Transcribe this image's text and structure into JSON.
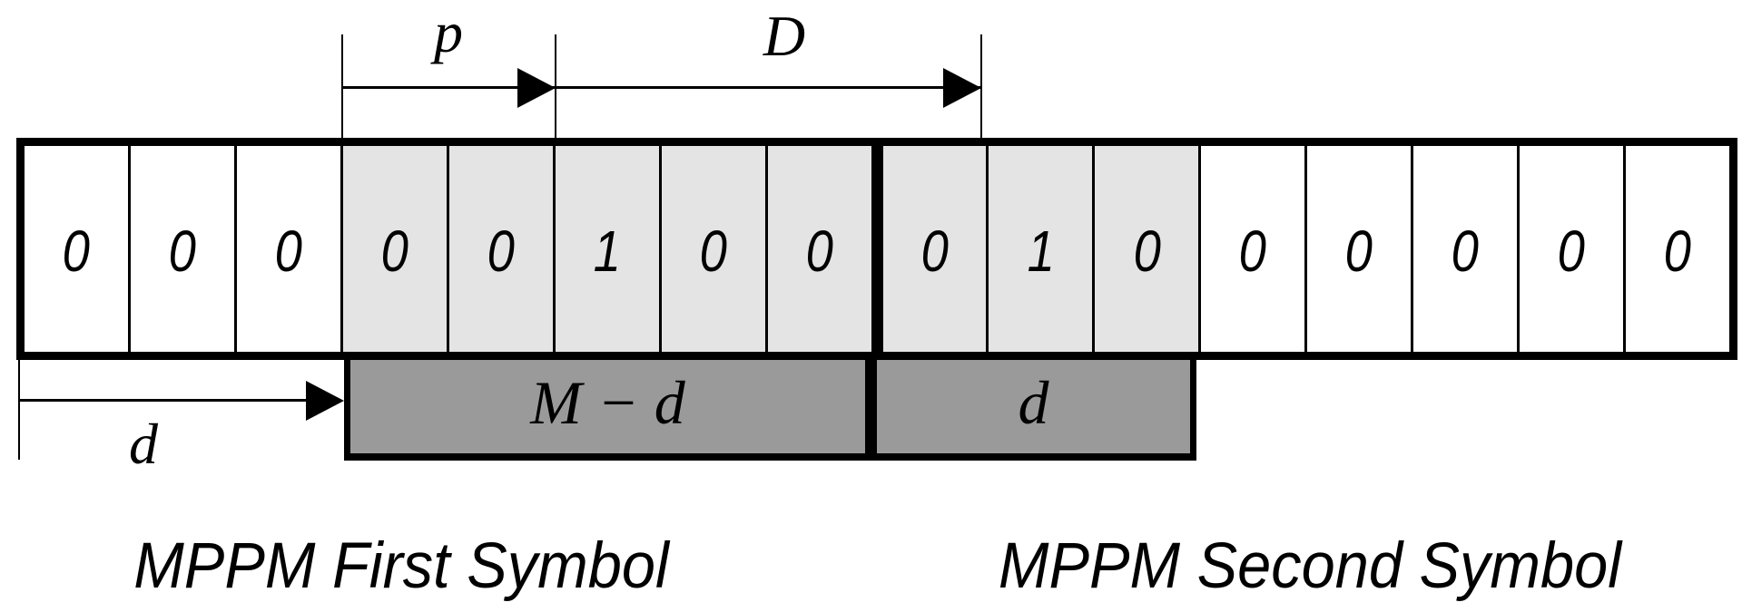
{
  "measures": {
    "p": "p",
    "D": "D",
    "d": "d"
  },
  "bars": {
    "first_label": "M − d",
    "second_label": "d"
  },
  "captions": {
    "first": "MPPM First Symbol",
    "second": "MPPM Second Symbol"
  },
  "slot_row": {
    "cells": [
      {
        "value": "0",
        "shaded": false
      },
      {
        "value": "0",
        "shaded": false
      },
      {
        "value": "0",
        "shaded": false
      },
      {
        "value": "0",
        "shaded": true
      },
      {
        "value": "0",
        "shaded": true
      },
      {
        "value": "1",
        "shaded": true
      },
      {
        "value": "0",
        "shaded": true
      },
      {
        "value": "0",
        "shaded": true
      },
      {
        "value": "0",
        "shaded": true
      },
      {
        "value": "1",
        "shaded": true
      },
      {
        "value": "0",
        "shaded": true
      },
      {
        "value": "0",
        "shaded": false
      },
      {
        "value": "0",
        "shaded": false
      },
      {
        "value": "0",
        "shaded": false
      },
      {
        "value": "0",
        "shaded": false
      },
      {
        "value": "0",
        "shaded": false
      }
    ],
    "divider_after_index": 7
  },
  "colors": {
    "shaded_cell": "#e4e4e4",
    "bar_fill": "#9a9a9a",
    "line": "#000000",
    "background": "#ffffff"
  }
}
